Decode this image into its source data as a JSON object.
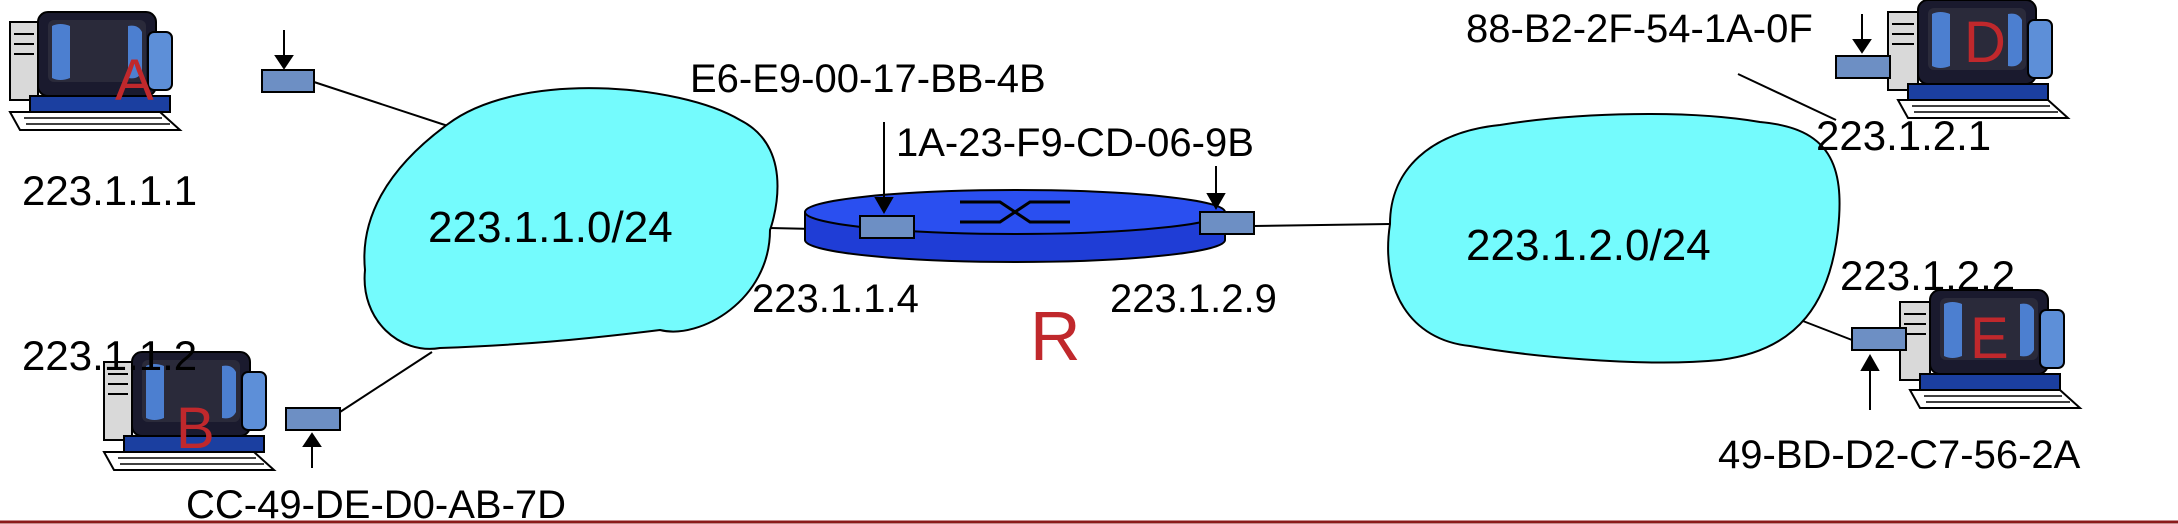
{
  "networks": [
    {
      "id": "left",
      "label": "223.1.1.0/24"
    },
    {
      "id": "right",
      "label": "223.1.2.0/24"
    }
  ],
  "router": {
    "label": "R",
    "left_interface": {
      "ip": "223.1.1.4",
      "mac": "E6-E9-00-17-BB-4B"
    },
    "right_interface": {
      "ip": "223.1.2.9",
      "mac": "1A-23-F9-CD-06-9B"
    }
  },
  "hosts": [
    {
      "id": "A",
      "label": "A",
      "ip": "223.1.1.1"
    },
    {
      "id": "B",
      "label": "B",
      "ip": "223.1.1.2",
      "mac": "CC-49-DE-D0-AB-7D"
    },
    {
      "id": "D",
      "label": "D",
      "ip": "223.1.2.1",
      "mac": "88-B2-2F-54-1A-0F"
    },
    {
      "id": "E",
      "label": "E",
      "ip": "223.1.2.2",
      "mac": "49-BD-D2-C7-56-2A"
    }
  ],
  "colors": {
    "cloud": "#74fbfd",
    "router": "#1f3dd6",
    "adapter": "#6d8fc4",
    "host_letter": "#c0282c",
    "bottom_rule": "#8b1a1a"
  }
}
